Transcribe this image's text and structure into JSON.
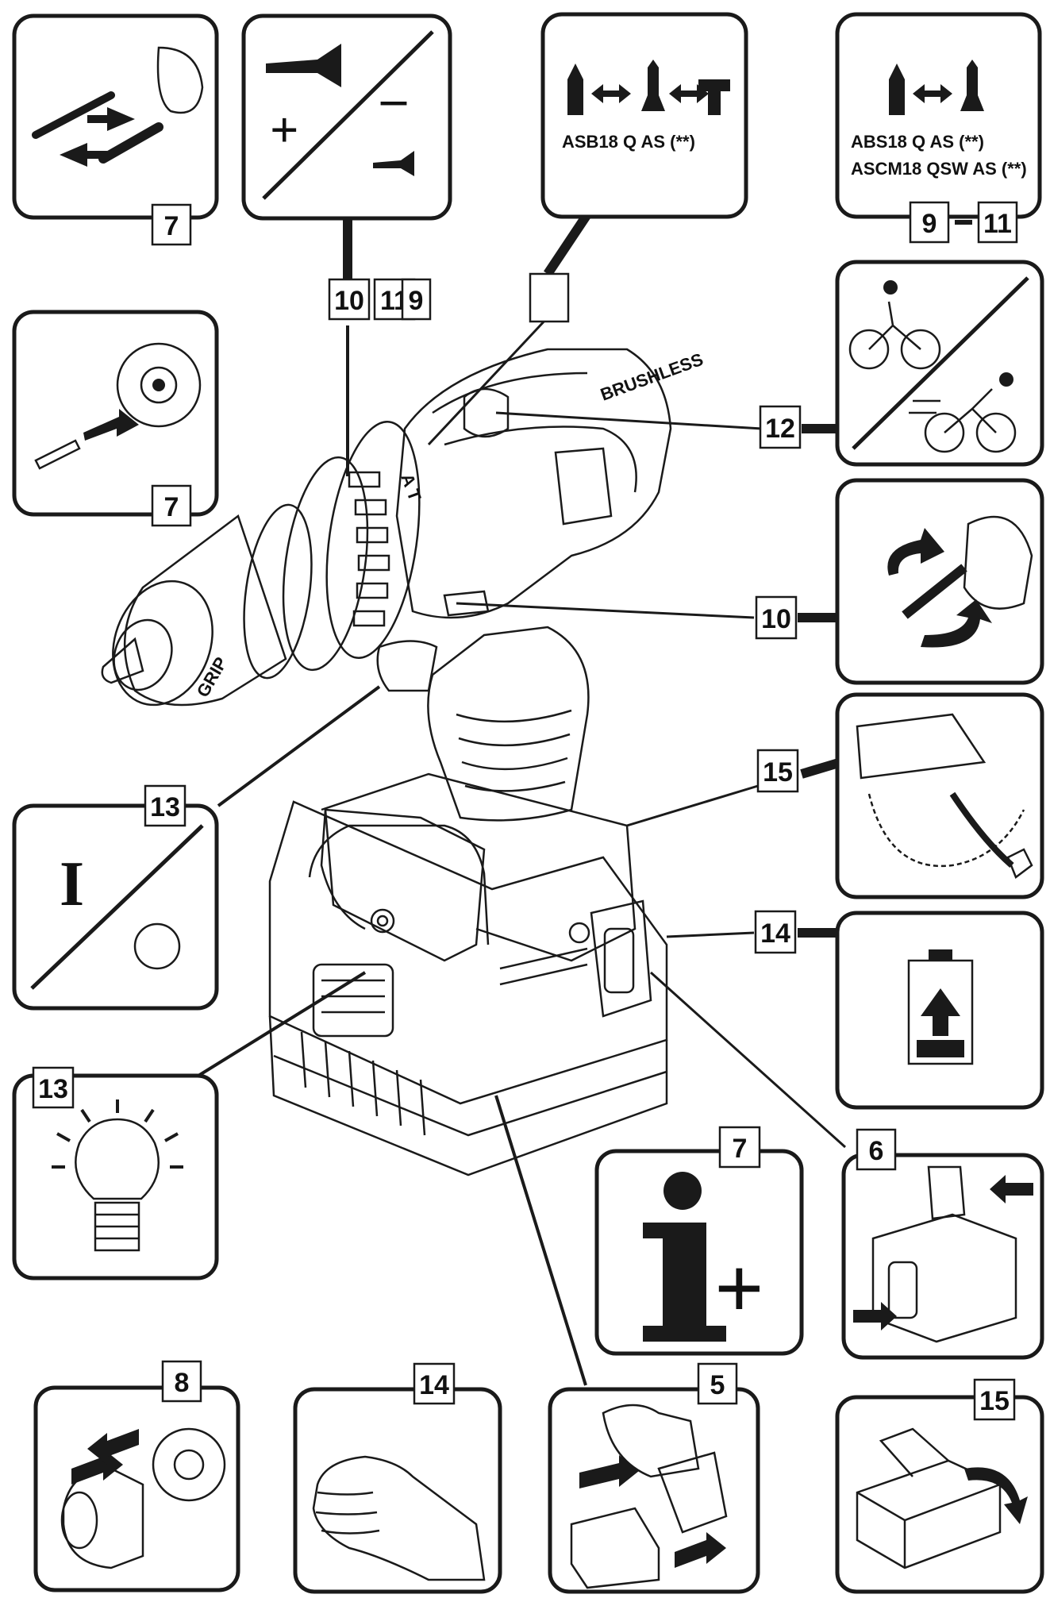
{
  "page_refs": {
    "accessory_bits": "7",
    "torque": "10",
    "torque_r1": "11",
    "torque_r2": "9",
    "mode_sel_ref": "9",
    "mode_sel_ref_to": "11",
    "speed": "12",
    "rotation": "10",
    "belt_lanyard": "15",
    "battery_charge": "14",
    "bit_insert": "7",
    "onoff": "13",
    "light": "13",
    "info": "7",
    "battery_release": "6",
    "chuck_change": "8",
    "hand_guard": "14",
    "battery_insert": "5",
    "storage": "15"
  },
  "labels": {
    "mode3_model": "ASB18 Q AS (**)",
    "mode2_model_a": "ABS18 Q AS (**)",
    "mode2_model_b": "ASCM18 QSW AS (**)",
    "plus": "+",
    "minus": "–",
    "switch_on": "I",
    "info_letter": "i",
    "info_plus": "+"
  },
  "tool_text": {
    "brand": "BRUSHLESS",
    "ring": "A T",
    "chuck_grip": "GRIP"
  },
  "colors": {
    "ink": "#1a1a1a",
    "paper": "#ffffff"
  }
}
